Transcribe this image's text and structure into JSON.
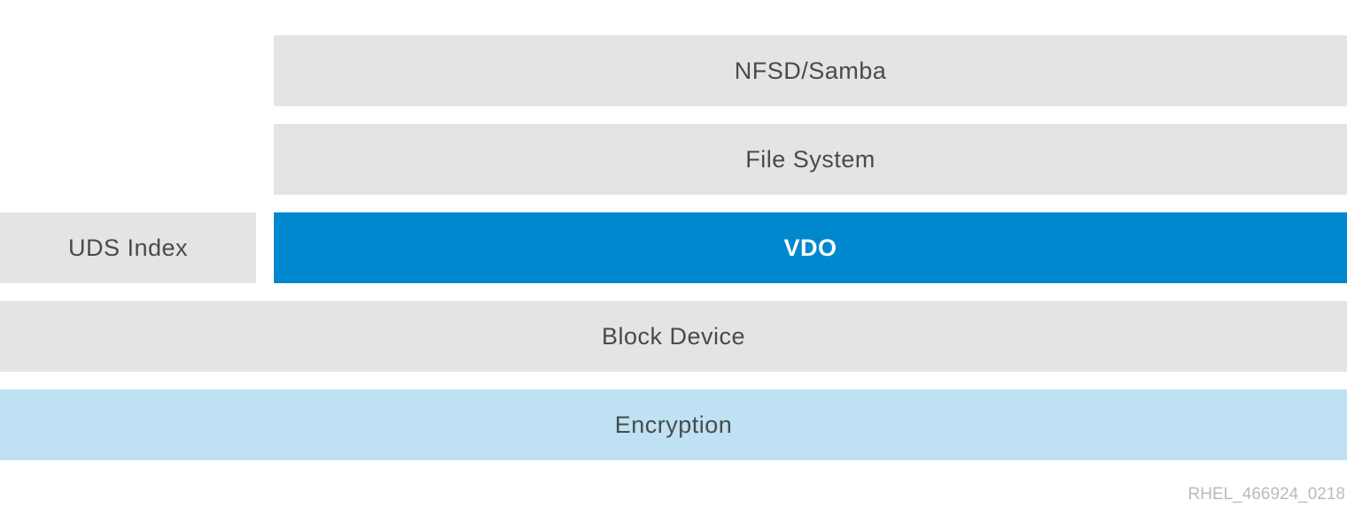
{
  "colors": {
    "gray_layer": "#e4e4e4",
    "gray_text": "#4a4a4a",
    "vdo_fill": "#0088ce",
    "vdo_text": "#ffffff",
    "encryption_fill": "#bee1f4",
    "watermark_text": "#bbbbbb"
  },
  "layers": {
    "nfsd": {
      "label": "NFSD/Samba",
      "style": "gray"
    },
    "filesystem": {
      "label": "File System",
      "style": "gray"
    },
    "uds_index": {
      "label": "UDS Index",
      "style": "gray"
    },
    "vdo": {
      "label": "VDO",
      "style": "highlight"
    },
    "block_device": {
      "label": "Block Device",
      "style": "gray"
    },
    "encryption": {
      "label": "Encryption",
      "style": "light-blue"
    }
  },
  "figure_id": "RHEL_466924_0218"
}
